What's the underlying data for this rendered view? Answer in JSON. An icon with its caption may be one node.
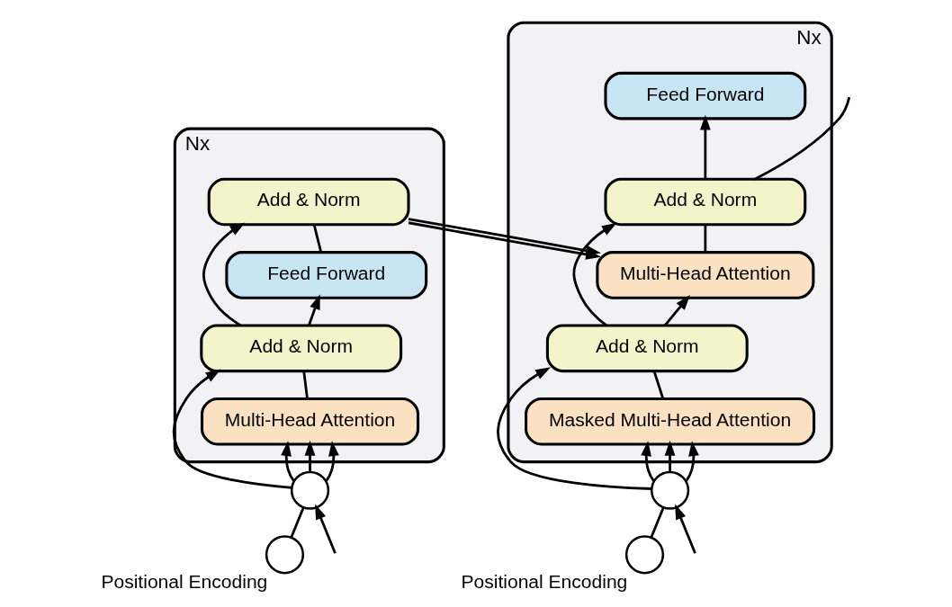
{
  "diagram": {
    "nodes": [
      {
        "text": [],
        "shape": "box",
        "beside": [
          "Nx"
        ]
      },
      {
        "text": [
          "Add & Norm"
        ],
        "in": 0
      },
      {
        "text": [
          "Feed Forward"
        ],
        "in": 0
      },
      {
        "text": [
          "Add & Norm"
        ],
        "in": 0
      },
      {
        "text": [
          "Multi-Head Attention"
        ],
        "in": 0
      },
      {
        "text": [],
        "shape": "box",
        "beside": [
          "Nx"
        ]
      },
      {
        "text": [
          "Feed Forward"
        ],
        "in": 5
      },
      {
        "text": [
          "Add & Norm"
        ],
        "in": 5
      },
      {
        "text": [
          "Multi-Head Attention"
        ],
        "in": 5
      },
      {
        "text": [
          "Add & Norm"
        ],
        "in": 5
      },
      {
        "text": [
          "Masked Multi-Head Attention"
        ],
        "in": 5
      },
      {
        "text": [],
        "shape": "circle",
        "beside": [
          "Positional Encoding"
        ]
      },
      {
        "text": [],
        "shape": "circle"
      },
      {
        "text": [],
        "shape": "circle"
      },
      {
        "text": [],
        "shape": "circle",
        "beside": [
          "Positional Encoding"
        ]
      }
    ],
    "edges": [
      {
        "from": null,
        "to": 12,
        "arrow": "to"
      },
      {
        "from": 11,
        "to": 12,
        "arrow": "none"
      },
      {
        "from": 12,
        "to": 4,
        "arrow": "to"
      },
      {
        "from": 12,
        "to": 4,
        "arrow": "to"
      },
      {
        "from": 12,
        "to": 4,
        "arrow": "to"
      },
      {
        "from": 12,
        "to": 3,
        "arrow": "to"
      },
      {
        "from": 4,
        "to": 3,
        "arrow": "none"
      },
      {
        "from": 3,
        "to": 2,
        "arrow": "to"
      },
      {
        "from": 3,
        "to": 1,
        "arrow": "to"
      },
      {
        "from": 2,
        "to": 1,
        "arrow": "none"
      },
      {
        "from": 1,
        "to": 8,
        "arrow": "to"
      },
      {
        "from": 1,
        "to": 8,
        "arrow": "to"
      },
      {
        "from": null,
        "to": 13,
        "arrow": "to"
      },
      {
        "from": 14,
        "to": 13,
        "arrow": "none"
      },
      {
        "from": 13,
        "to": 10,
        "arrow": "to"
      },
      {
        "from": 13,
        "to": 10,
        "arrow": "to"
      },
      {
        "from": 13,
        "to": 10,
        "arrow": "to"
      },
      {
        "from": 13,
        "to": 9,
        "arrow": "to"
      },
      {
        "from": 10,
        "to": 9,
        "arrow": "none"
      },
      {
        "from": 9,
        "to": 8,
        "arrow": "to"
      },
      {
        "from": 9,
        "to": 7,
        "arrow": "to"
      },
      {
        "from": 8,
        "to": 7,
        "arrow": "none"
      },
      {
        "from": 7,
        "to": 6,
        "arrow": "to"
      },
      {
        "from": 7,
        "to": null,
        "arrow": "none"
      }
    ]
  }
}
